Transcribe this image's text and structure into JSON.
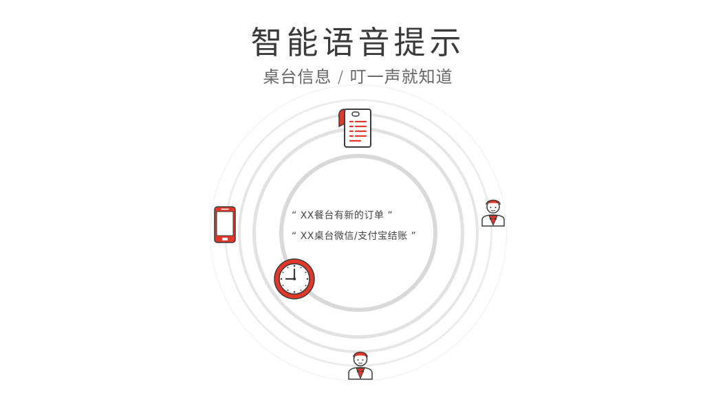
{
  "header": {
    "title": "智能语音提示",
    "subtitle": "桌台信息 / 叮一声就知道"
  },
  "messages": [
    {
      "text": "“ XX餐台有新的订单 ”"
    },
    {
      "text": "“ XX桌台微信/支付宝结账 ”"
    }
  ],
  "icons": {
    "top": "receipt-icon",
    "left": "mobile-phone-icon",
    "right": "waiter-icon",
    "bottom": "waiter-icon",
    "clock": "clock-icon"
  },
  "colors": {
    "accent": "#e0392b",
    "outline": "#3a3a3a",
    "ring_light": "#eeeeee",
    "ring_mid": "#e2e2e2",
    "ring_dark": "#d9d9d9"
  }
}
